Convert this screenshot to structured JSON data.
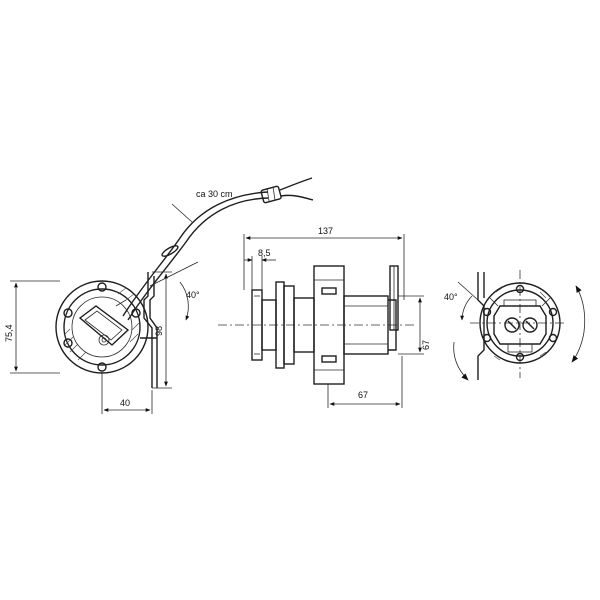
{
  "dimensions": {
    "cable_length": "ca 30 cm",
    "angle_left": "40°",
    "height_left": "75,4",
    "depth_left": "98",
    "width_left": "40",
    "overall_length": "137",
    "flange_thickness": "8,5",
    "body_diameter": "67",
    "body_length": "67",
    "angle_right": "40°"
  }
}
